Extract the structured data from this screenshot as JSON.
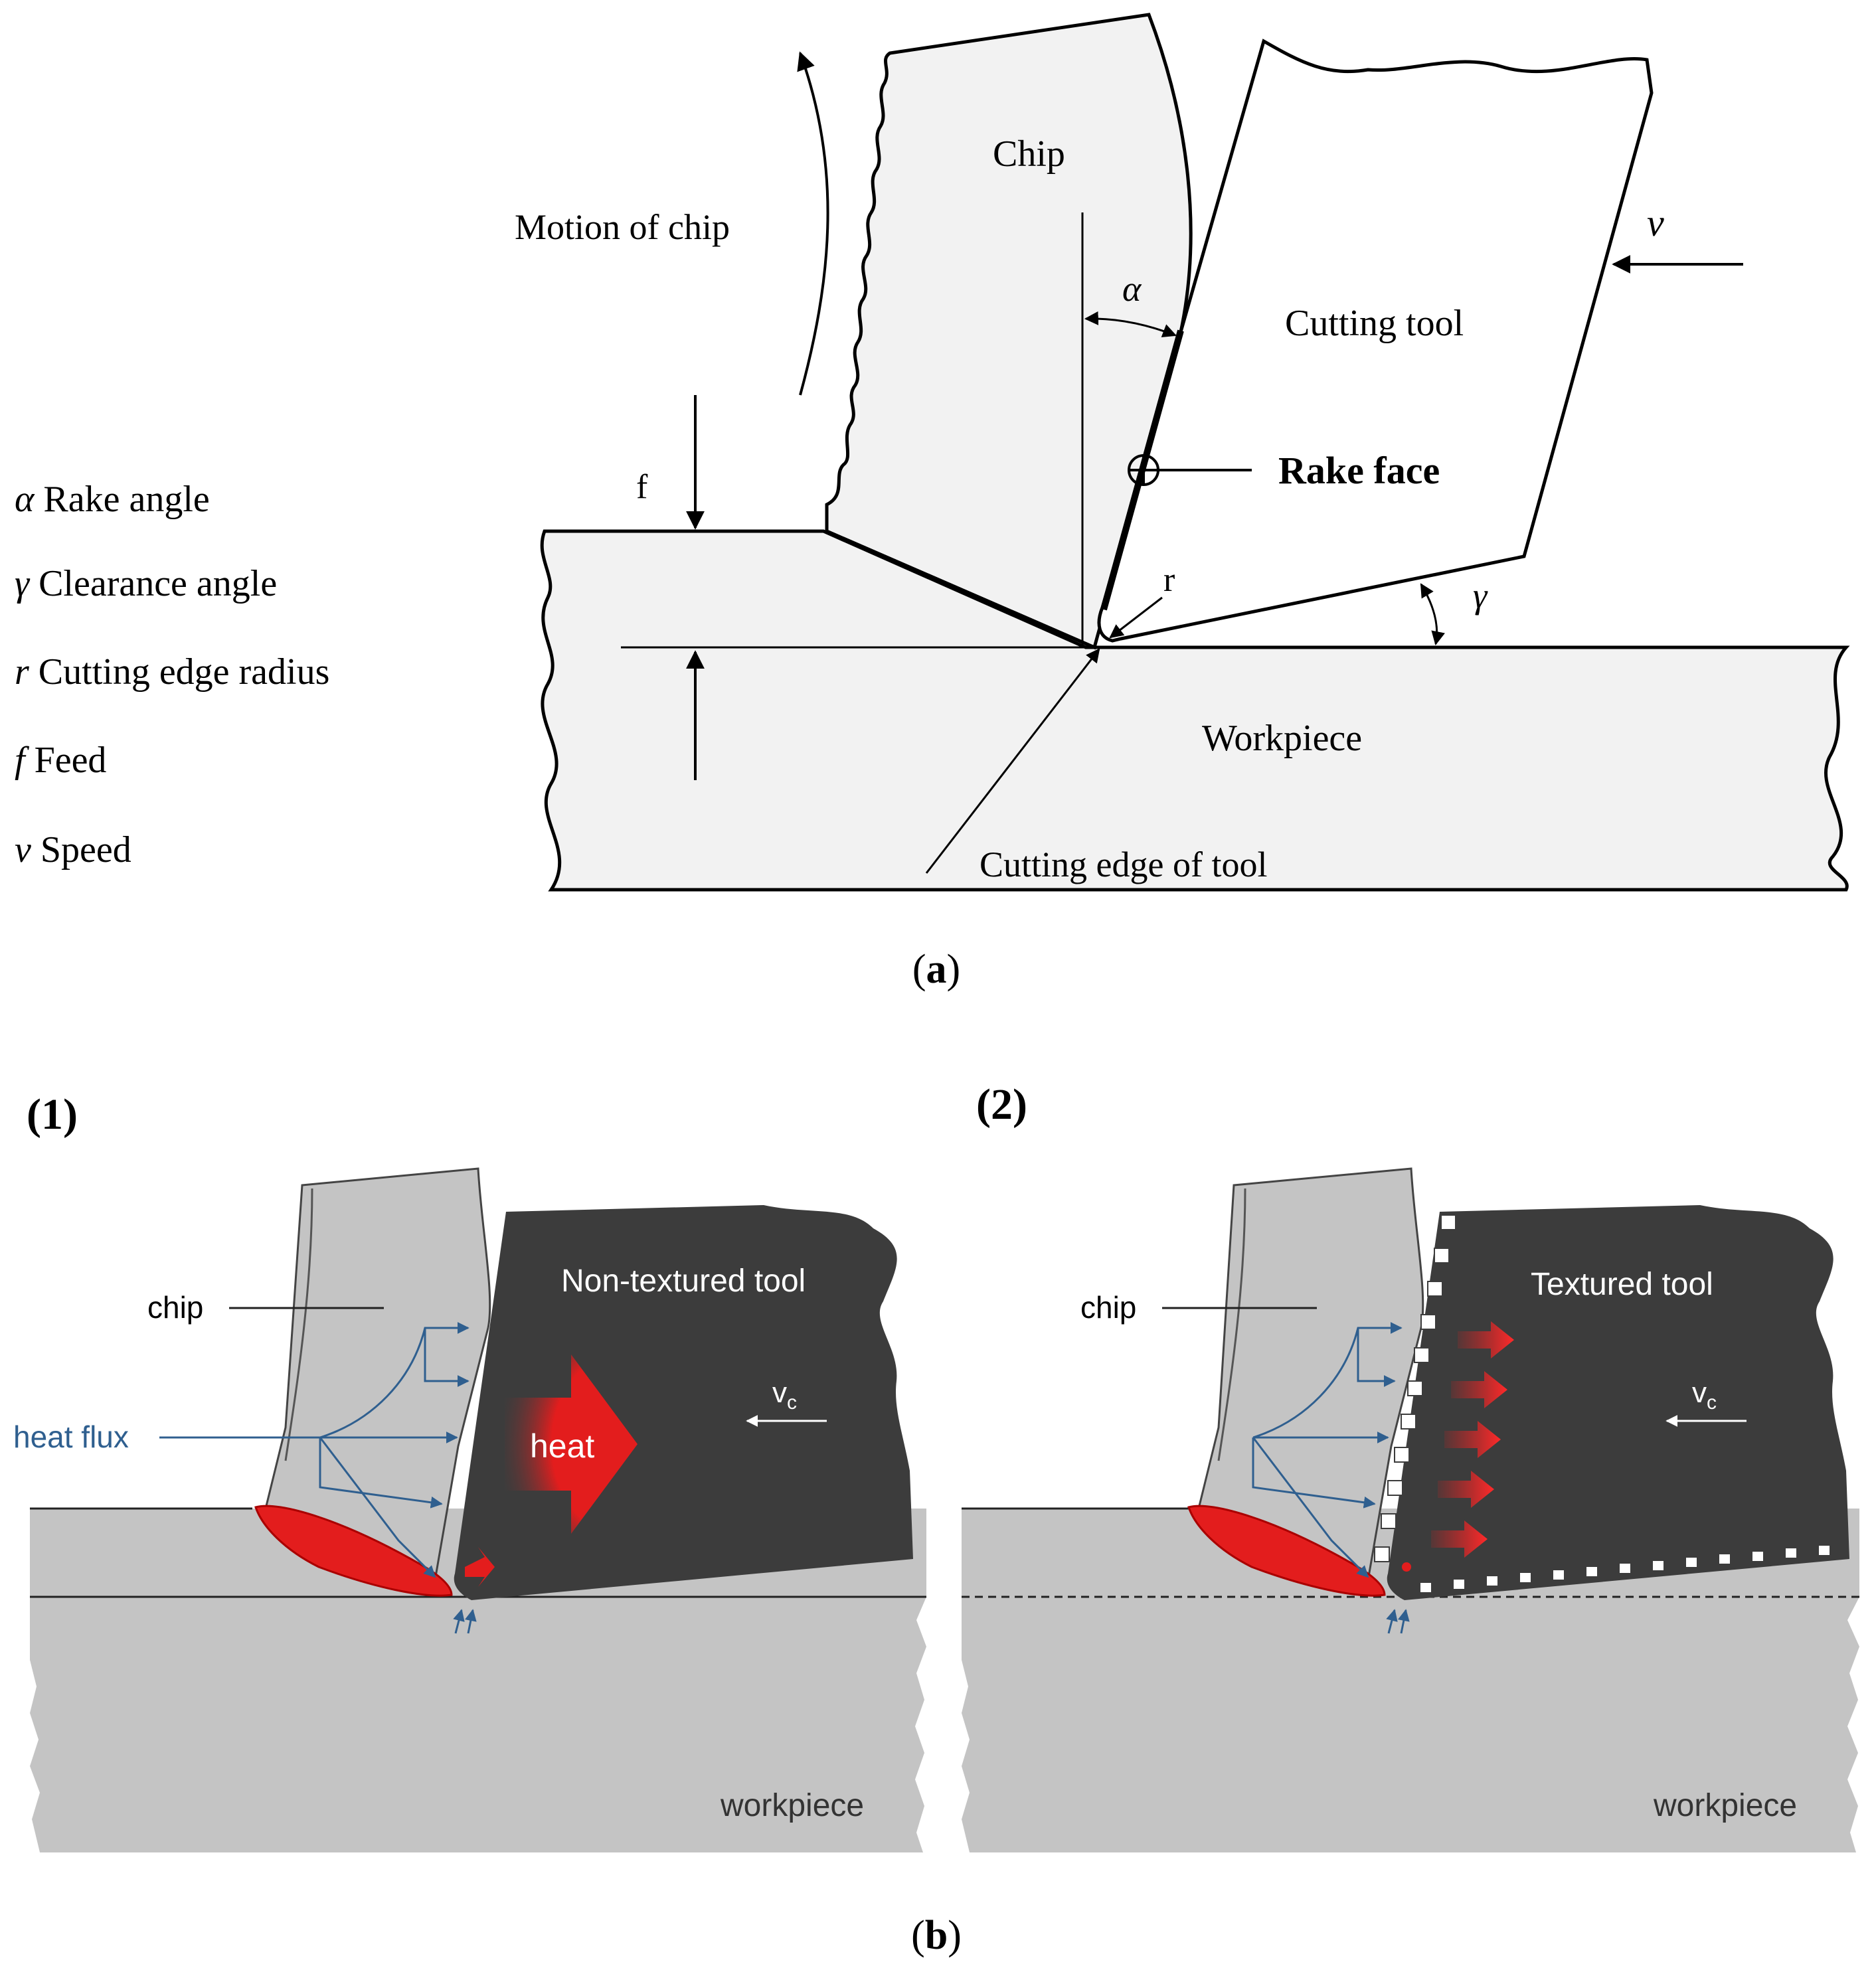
{
  "panel_a": {
    "legend": [
      {
        "symbol": "α",
        "text": " Rake angle"
      },
      {
        "symbol": "γ",
        "text": " Clearance angle"
      },
      {
        "symbol": "r",
        "text": " Cutting edge radius"
      },
      {
        "symbol": "f",
        "text": " Feed"
      },
      {
        "symbol": "v",
        "text": " Speed"
      }
    ],
    "labels": {
      "chip": "Chip",
      "motion_of_chip": "Motion of chip",
      "cutting_tool": "Cutting tool",
      "rake_face": "Rake face",
      "workpiece": "Workpiece",
      "cutting_edge": "Cutting edge of tool",
      "alpha": "α",
      "gamma": "γ",
      "r": "r",
      "f": "f",
      "v": "v"
    },
    "caption_open": "(",
    "caption_letter": "a",
    "caption_close": ")"
  },
  "panel_b": {
    "sub1": {
      "tag": "(1)",
      "chip": "chip",
      "tool": "Non-textured tool",
      "heat": "heat",
      "heat_flux": "heat flux",
      "vc_main": "v",
      "vc_sub": "c",
      "workpiece": "workpiece"
    },
    "sub2": {
      "tag": "(2)",
      "chip": "chip",
      "tool": "Textured tool",
      "vc_main": "v",
      "vc_sub": "c",
      "workpiece": "workpiece"
    },
    "caption_open": "(",
    "caption_letter": "b",
    "caption_close": ")"
  },
  "colors": {
    "chip_fill": "#f2f2f2",
    "tool_dark": "#3c3c3c",
    "workpiece_grey": "#c4c4c4",
    "heat_red": "#e31d1d",
    "flux_blue": "#2f5f8f"
  }
}
